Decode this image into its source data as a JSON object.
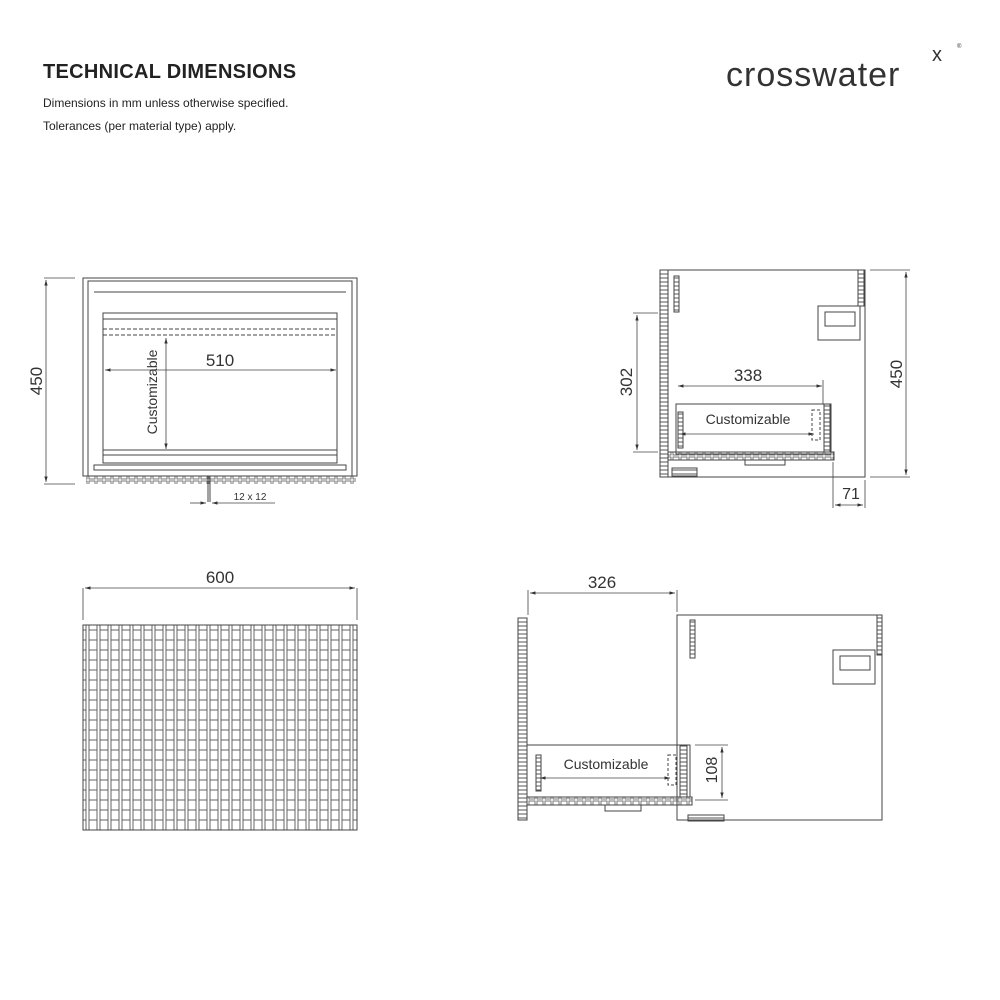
{
  "header": {
    "title": "TECHNICAL DIMENSIONS",
    "line1": "Dimensions in mm unless otherwise specified.",
    "line2": "Tolerances (per material type) apply."
  },
  "logo": {
    "text": "crosswater",
    "mark": "x",
    "reg": "®"
  },
  "front_view": {
    "height": "450",
    "inner_width": "510",
    "customizable": "Customizable",
    "handle": "12 x 12"
  },
  "side_view": {
    "inner_height": "302",
    "drawer_depth": "338",
    "height": "450",
    "customizable": "Customizable",
    "offset": "71"
  },
  "front_panel_view": {
    "width": "600"
  },
  "open_view": {
    "extension": "326",
    "customizable": "Customizable",
    "drawer_height": "108"
  }
}
